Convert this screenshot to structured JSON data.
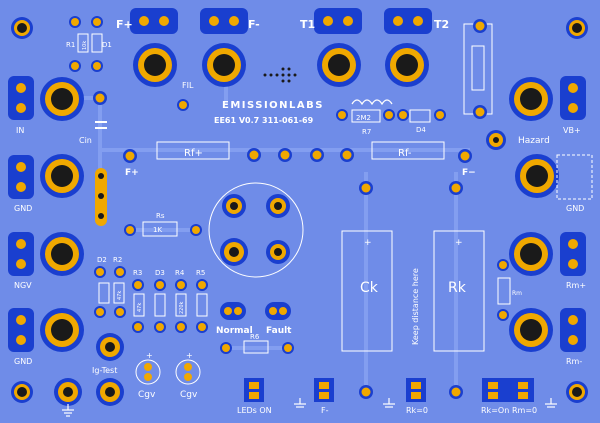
{
  "board": {
    "brand": "EMISSIONLABS",
    "model": "EE61 V0.7 311-061-69",
    "keep_distance": "Keep distance here"
  },
  "labels": {
    "f_plus_top": "F+",
    "f_minus_top": "F-",
    "t1": "T1",
    "t2": "T2",
    "r1": "R1",
    "d1": "D1",
    "r1_value": "10k",
    "fil": "FIL",
    "in": "IN",
    "cin": "Cin",
    "gnd_left1": "GND",
    "ngv": "NGV",
    "gnd_left2": "GND",
    "f_plus_mid": "F+",
    "rf_plus": "Rf+",
    "rf_minus": "Rf-",
    "f_minus_mid": "F−",
    "r7": "R7",
    "r7_value": "2M2",
    "d4": "D4",
    "hazard": "Hazard",
    "vb_plus": "VB+",
    "gnd_right": "GND",
    "rs": "Rs",
    "rs_value": "1K",
    "d2": "D2",
    "r2": "R2",
    "r2_value": "47k",
    "r3": "R3",
    "d3": "D3",
    "r4": "R4",
    "r5": "R5",
    "r3_value": "47k",
    "r4_value": "220k",
    "normal": "Normal",
    "fault": "Fault",
    "r6": "R6",
    "ig_test": "Ig-Test",
    "cgv1": "Cgv",
    "cgv2": "Cgv",
    "ck": "Ck",
    "rk": "Rk",
    "plus": "+",
    "rm": "Rm",
    "rm_plus": "Rm+",
    "rm_minus": "Rm-",
    "leds_on": "LEDs ON",
    "f_minus_bottom": "F-",
    "rk_zero": "Rk=0",
    "rk_on": "Rk=On",
    "rm_zero": "Rm=0"
  },
  "colors": {
    "board": "#6f8ce8",
    "copper_ring": "#f0a800",
    "pad_blue": "#1a3fcf",
    "pad_hole": "#1a1a1a",
    "silk": "#ffffff",
    "trace": "#8aa3f0"
  }
}
